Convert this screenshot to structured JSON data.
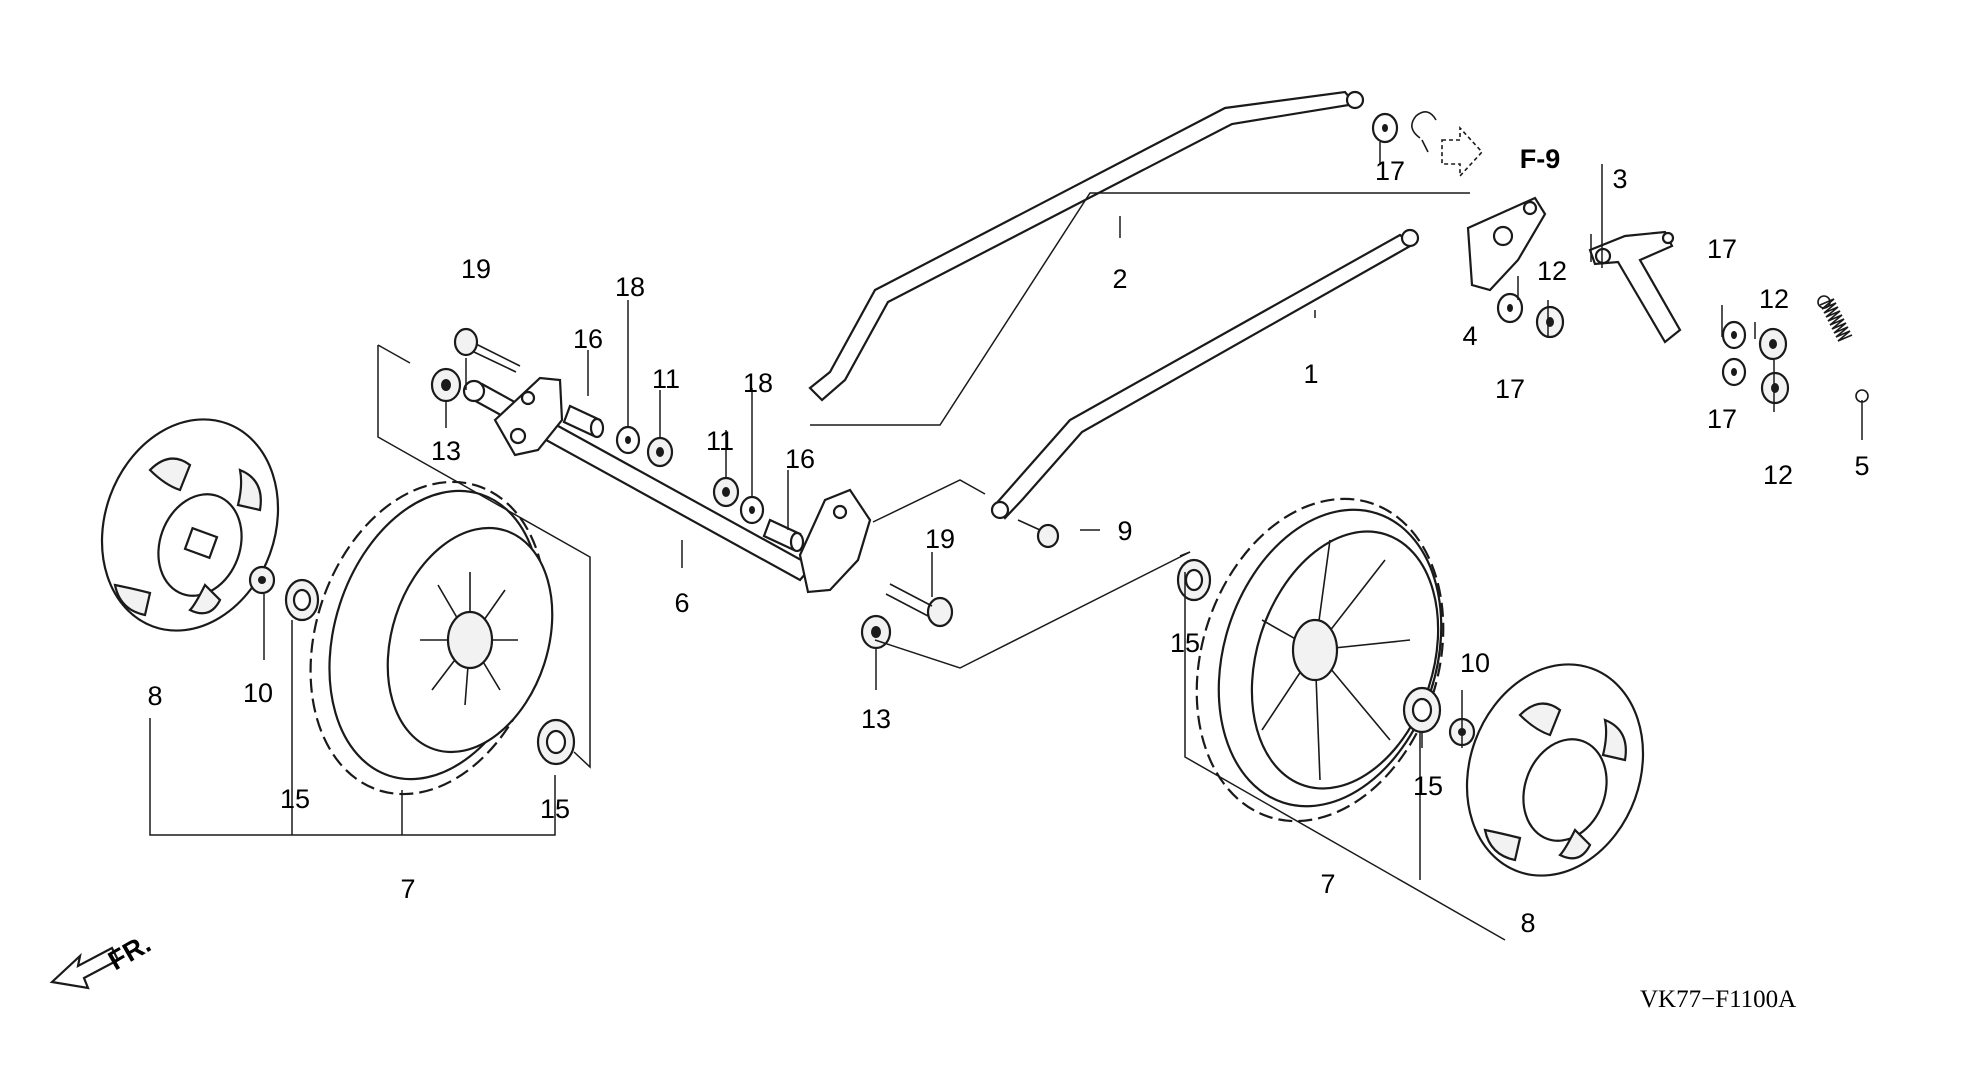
{
  "diagram": {
    "drawing_code": "VK77−F1100A",
    "front_indicator": "FR.",
    "reference_page": "F-9",
    "callouts": [
      "1",
      "2",
      "3",
      "4",
      "5",
      "6",
      "7",
      "7",
      "8",
      "8",
      "9",
      "10",
      "10",
      "11",
      "11",
      "12",
      "12",
      "12",
      "13",
      "13",
      "15",
      "15",
      "15",
      "15",
      "16",
      "16",
      "17",
      "17",
      "17",
      "17",
      "18",
      "18",
      "19",
      "19"
    ],
    "colors": {
      "line": "#1a1a1a",
      "background": "#ffffff"
    }
  }
}
